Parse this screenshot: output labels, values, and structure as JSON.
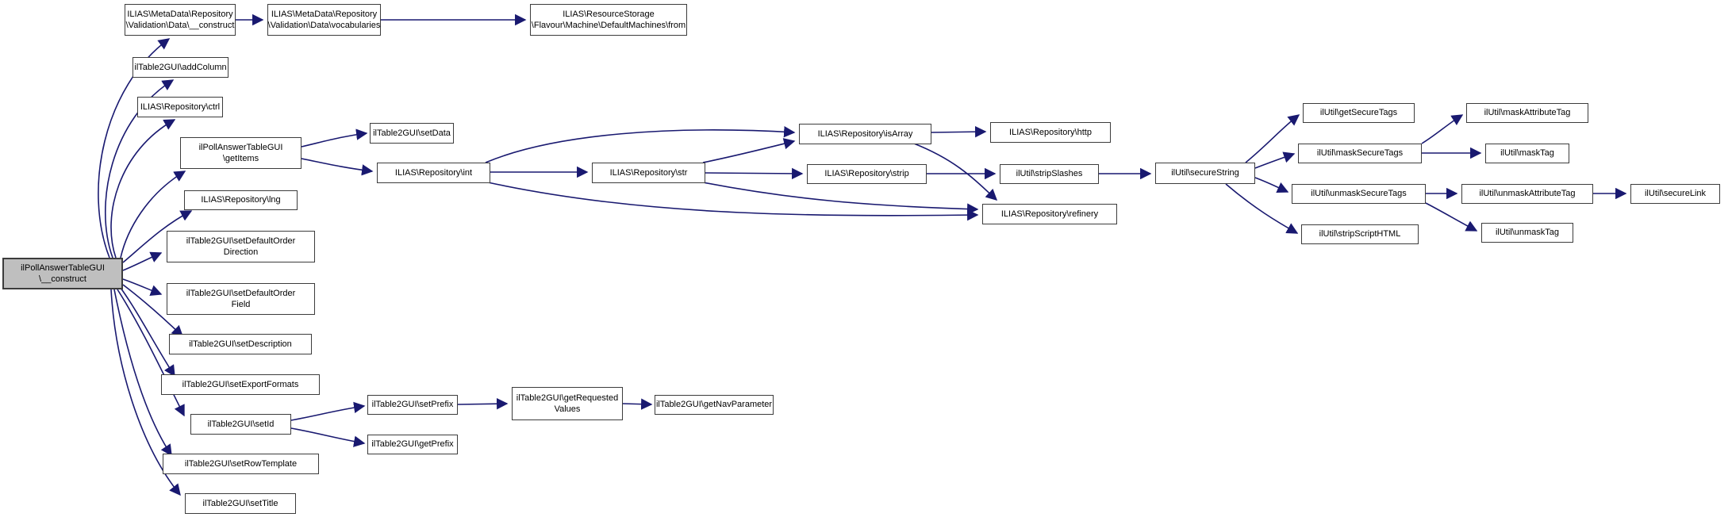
{
  "diagram": {
    "kind": "call-graph",
    "root_function": "ilPollAnswerTableGUI\\__construct"
  },
  "colors": {
    "edge": "#191970",
    "node_border": "#3c3c3c",
    "node_fill": "#ffffff",
    "root_fill": "#bfbfbf",
    "text": "#000000",
    "background": "#ffffff"
  },
  "nodes": {
    "root": {
      "label": "ilPollAnswerTableGUI\n\\__construct"
    },
    "md_construct": {
      "label": "ILIAS\\MetaData\\Repository\n\\Validation\\Data\\__construct"
    },
    "vocabularies": {
      "label": "ILIAS\\MetaData\\Repository\n\\Validation\\Data\\vocabularies"
    },
    "resource_from": {
      "label": "ILIAS\\ResourceStorage\n\\Flavour\\Machine\\DefaultMachines\\from"
    },
    "addcolumn": {
      "label": "ilTable2GUI\\addColumn"
    },
    "ctrl": {
      "label": "ILIAS\\Repository\\ctrl"
    },
    "getitems": {
      "label": "ilPollAnswerTableGUI\n\\getItems"
    },
    "lng": {
      "label": "ILIAS\\Repository\\lng"
    },
    "setdefaultorderdirection": {
      "label": "ilTable2GUI\\setDefaultOrder\nDirection"
    },
    "setdefaultorderfield": {
      "label": "ilTable2GUI\\setDefaultOrder\nField"
    },
    "setdescription": {
      "label": "ilTable2GUI\\setDescription"
    },
    "setexportformats": {
      "label": "ilTable2GUI\\setExportFormats"
    },
    "setid": {
      "label": "ilTable2GUI\\setId"
    },
    "setrowtemplate": {
      "label": "ilTable2GUI\\setRowTemplate"
    },
    "settitle": {
      "label": "ilTable2GUI\\setTitle"
    },
    "setdata": {
      "label": "ilTable2GUI\\setData"
    },
    "int": {
      "label": "ILIAS\\Repository\\int"
    },
    "str": {
      "label": "ILIAS\\Repository\\str"
    },
    "isarray": {
      "label": "ILIAS\\Repository\\isArray"
    },
    "strip": {
      "label": "ILIAS\\Repository\\strip"
    },
    "http": {
      "label": "ILIAS\\Repository\\http"
    },
    "stripslashes": {
      "label": "ilUtil\\stripSlashes"
    },
    "refinery": {
      "label": "ILIAS\\Repository\\refinery"
    },
    "securestring": {
      "label": "ilUtil\\secureString"
    },
    "getsecuretags": {
      "label": "ilUtil\\getSecureTags"
    },
    "masksecuretags": {
      "label": "ilUtil\\maskSecureTags"
    },
    "unmasksecuretags": {
      "label": "ilUtil\\unmaskSecureTags"
    },
    "stripscripthtml": {
      "label": "ilUtil\\stripScriptHTML"
    },
    "maskattributetag": {
      "label": "ilUtil\\maskAttributeTag"
    },
    "masktag": {
      "label": "ilUtil\\maskTag"
    },
    "unmaskattributetag": {
      "label": "ilUtil\\unmaskAttributeTag"
    },
    "unmasktag": {
      "label": "ilUtil\\unmaskTag"
    },
    "securelink": {
      "label": "ilUtil\\secureLink"
    },
    "setprefix": {
      "label": "ilTable2GUI\\setPrefix"
    },
    "getprefix": {
      "label": "ilTable2GUI\\getPrefix"
    },
    "getrequestedvalues": {
      "label": "ilTable2GUI\\getRequested\nValues"
    },
    "getnavparameter": {
      "label": "ilTable2GUI\\getNavParameter"
    }
  }
}
